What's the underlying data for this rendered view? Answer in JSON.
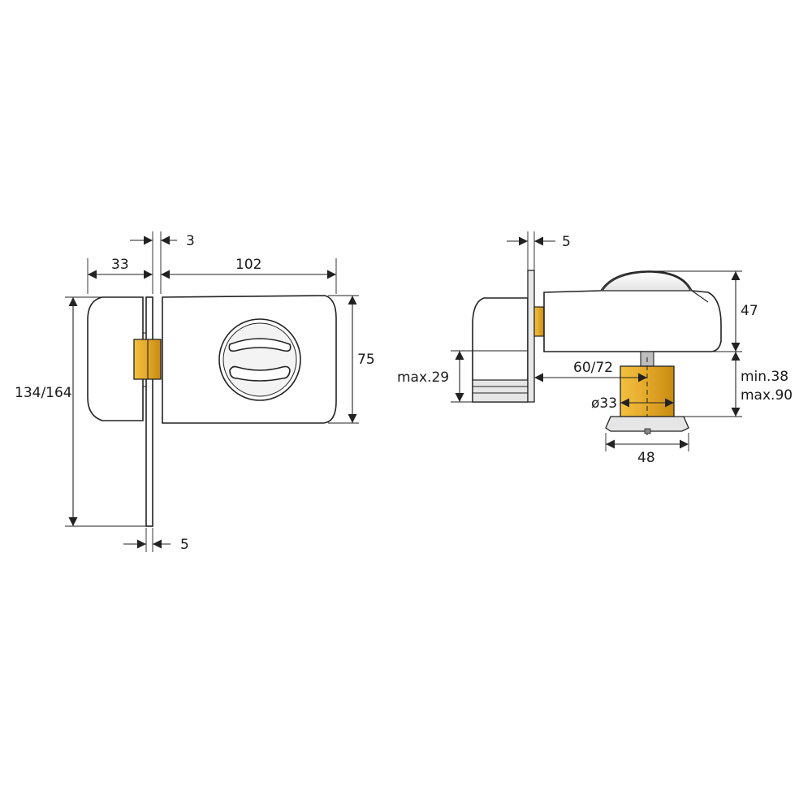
{
  "colors": {
    "line": "#222222",
    "body_fill": "#ffffff",
    "shade_light": "#f1f1f1",
    "shade_mid": "#dcdcdc",
    "cylinder_accent": "#e3a82a",
    "cylinder_accent_dark": "#c78b10",
    "background": "#ffffff"
  },
  "front_view": {
    "dims": {
      "d_3": "3",
      "d_33": "33",
      "d_102": "102",
      "d_75": "75",
      "d_134_164": "134/164",
      "d_5": "5"
    }
  },
  "side_view": {
    "dims": {
      "d_5": "5",
      "d_47": "47",
      "d_max29": "max.29",
      "d_60_72": "60/72",
      "d_min38": "min.38",
      "d_max90": "max.90",
      "d_dia33": "ø33",
      "d_48": "48"
    }
  },
  "icons": {
    "dimension_arrow": "arrowhead-icon"
  }
}
